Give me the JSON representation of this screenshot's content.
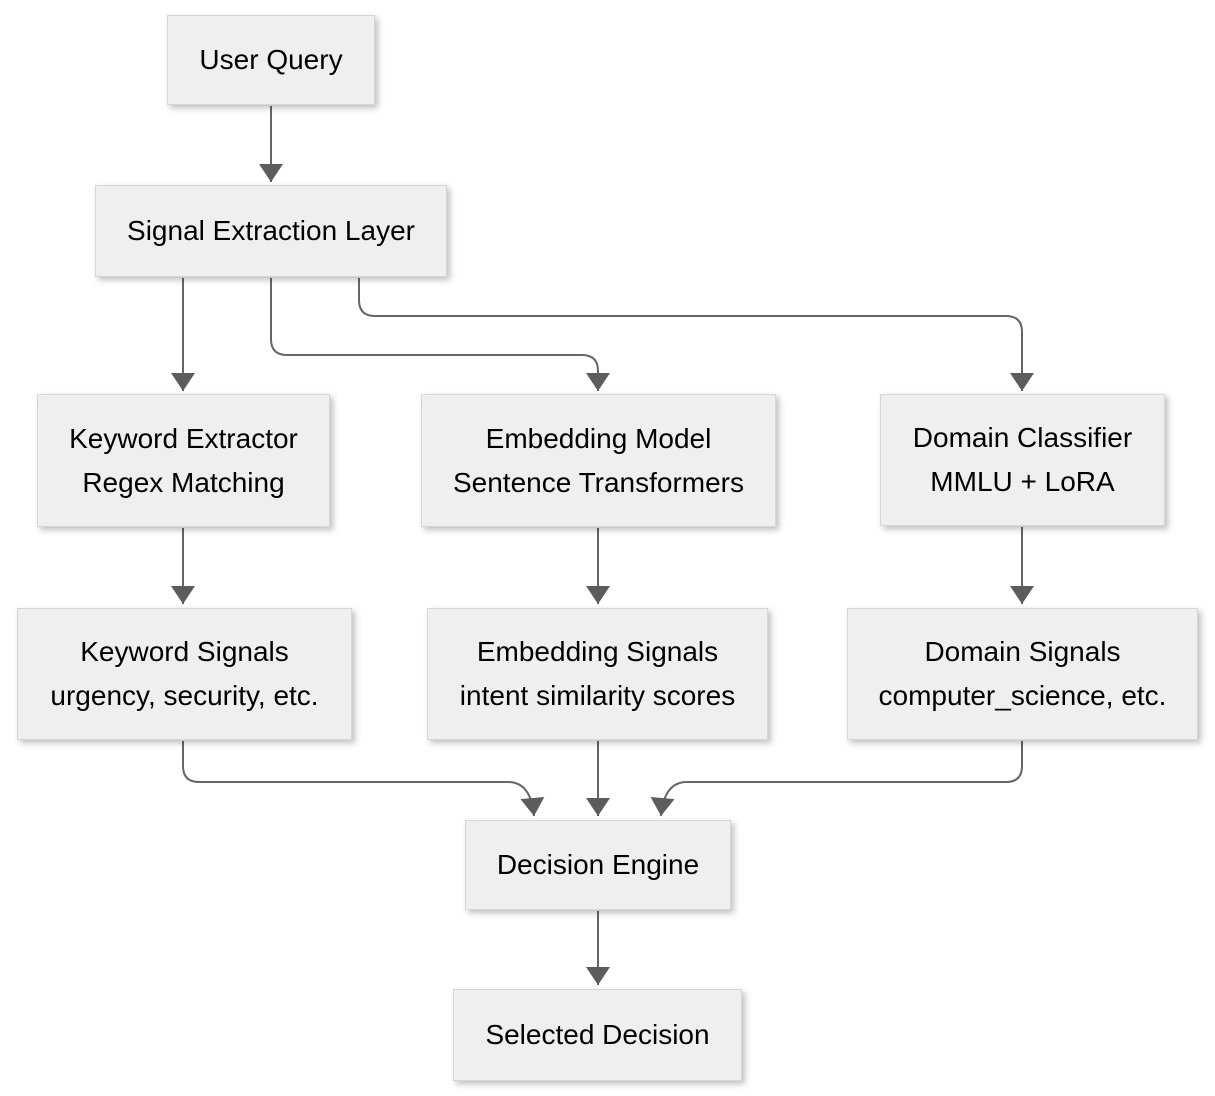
{
  "diagram": {
    "type": "flowchart",
    "background_color": "#ffffff",
    "node_fill_color": "#efefef",
    "node_border_color": "#d6d6d6",
    "edge_color": "#666666",
    "arrowhead_color": "#5c5c5c",
    "text_color": "#000000",
    "nodes": {
      "user_query": {
        "title": "User Query"
      },
      "signal_extraction": {
        "title": "Signal Extraction Layer"
      },
      "keyword_extractor": {
        "title": "Keyword Extractor",
        "subtitle": "Regex Matching"
      },
      "embedding_model": {
        "title": "Embedding Model",
        "subtitle": "Sentence Transformers"
      },
      "domain_classifier": {
        "title": "Domain Classifier",
        "subtitle": "MMLU + LoRA"
      },
      "keyword_signals": {
        "title": "Keyword Signals",
        "subtitle": "urgency, security, etc."
      },
      "embedding_signals": {
        "title": "Embedding Signals",
        "subtitle": "intent similarity scores"
      },
      "domain_signals": {
        "title": "Domain Signals",
        "subtitle": "computer_science, etc."
      },
      "decision_engine": {
        "title": "Decision Engine"
      },
      "selected_decision": {
        "title": "Selected Decision"
      }
    },
    "edges": [
      {
        "from": "user_query",
        "to": "signal_extraction"
      },
      {
        "from": "signal_extraction",
        "to": "keyword_extractor"
      },
      {
        "from": "signal_extraction",
        "to": "embedding_model"
      },
      {
        "from": "signal_extraction",
        "to": "domain_classifier"
      },
      {
        "from": "keyword_extractor",
        "to": "keyword_signals"
      },
      {
        "from": "embedding_model",
        "to": "embedding_signals"
      },
      {
        "from": "domain_classifier",
        "to": "domain_signals"
      },
      {
        "from": "keyword_signals",
        "to": "decision_engine"
      },
      {
        "from": "embedding_signals",
        "to": "decision_engine"
      },
      {
        "from": "domain_signals",
        "to": "decision_engine"
      },
      {
        "from": "decision_engine",
        "to": "selected_decision"
      }
    ]
  }
}
